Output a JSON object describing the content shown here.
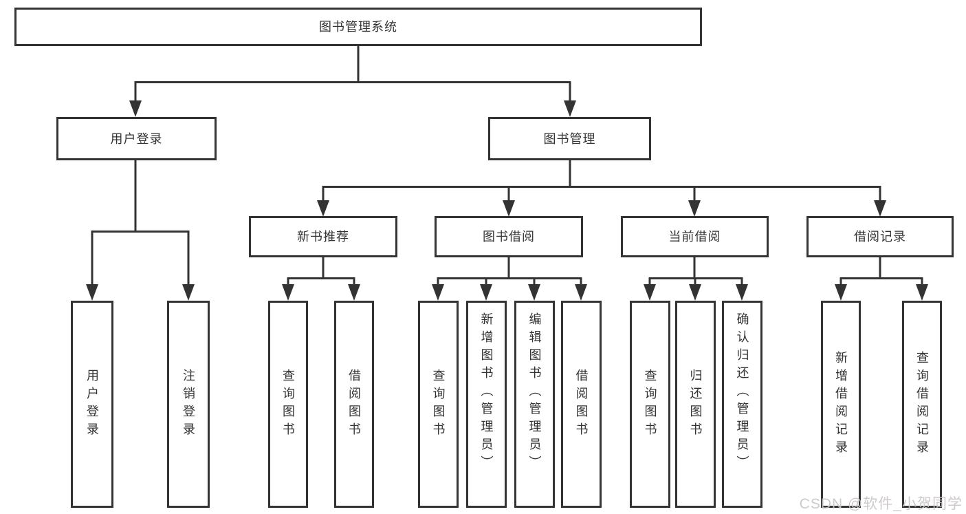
{
  "diagram_type": "hierarchy-tree",
  "colors": {
    "line": "#333333",
    "box_border": "#333333",
    "box_fill": "#ffffff",
    "text": "#333333",
    "watermark": "#cbc6c6"
  },
  "tree": {
    "label": "图书管理系统",
    "children": [
      {
        "label": "用户登录",
        "children": [
          {
            "label": "用户登录"
          },
          {
            "label": "注销登录"
          }
        ]
      },
      {
        "label": "图书管理",
        "children": [
          {
            "label": "新书推荐",
            "children": [
              {
                "label": "查询图书"
              },
              {
                "label": "借阅图书"
              }
            ]
          },
          {
            "label": "图书借阅",
            "children": [
              {
                "label": "查询图书"
              },
              {
                "label": "新增图书（管理员）"
              },
              {
                "label": "编辑图书（管理员）"
              },
              {
                "label": "借阅图书"
              }
            ]
          },
          {
            "label": "当前借阅",
            "children": [
              {
                "label": "查询图书"
              },
              {
                "label": "归还图书"
              },
              {
                "label": "确认归还（管理员）"
              }
            ]
          },
          {
            "label": "借阅记录",
            "children": [
              {
                "label": "新增借阅记录"
              },
              {
                "label": "查询借阅记录"
              }
            ]
          }
        ]
      }
    ]
  },
  "watermark": {
    "text": "CSDN @软件_小贺同学"
  }
}
